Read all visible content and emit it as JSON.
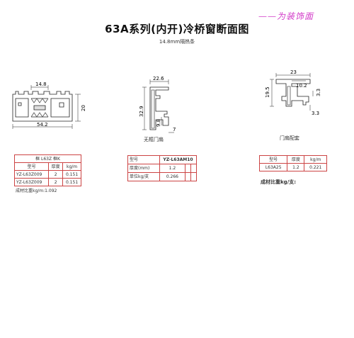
{
  "brand": "——为装饰面",
  "title": "63A系列(内开)冷桥窗断面图",
  "subtitle": "14.8mm隔热条",
  "profile_1": {
    "dims": {
      "top": "14.8",
      "width": "54.2",
      "height": "20"
    },
    "table": {
      "title": "框 L63Z 框K",
      "headers": [
        "型号",
        "厚度",
        "kg/m"
      ],
      "rows": [
        [
          "YZ-L63Z009",
          "2",
          "0.151"
        ],
        [
          "YZ-L63Z009",
          "2",
          "0.151"
        ]
      ],
      "footer": "成材比重kg/m:1.092"
    }
  },
  "profile_2": {
    "dims": {
      "width": "22.6",
      "height": "32.9",
      "small_a": "9.8",
      "small_b": "7"
    },
    "caption": "无框门扇",
    "table": {
      "rows": [
        {
          "label": "型号",
          "value": "YZ-L63AM10"
        },
        {
          "label": "厚度(mm)",
          "value": "1.2"
        },
        {
          "label": "单位kg/支",
          "value": "0.266"
        }
      ]
    }
  },
  "profile_3": {
    "dims": {
      "width": "23",
      "inner": "10.2",
      "height": "19.5",
      "right": "3.3",
      "bottom": "3.3"
    },
    "caption": "门扇配套",
    "table": {
      "headers": [
        "型号",
        "厚度",
        "kg/m"
      ],
      "rows": [
        [
          "L63A25",
          "1.2",
          "0.221"
        ]
      ],
      "footer": "成材比重kg/支:"
    }
  }
}
